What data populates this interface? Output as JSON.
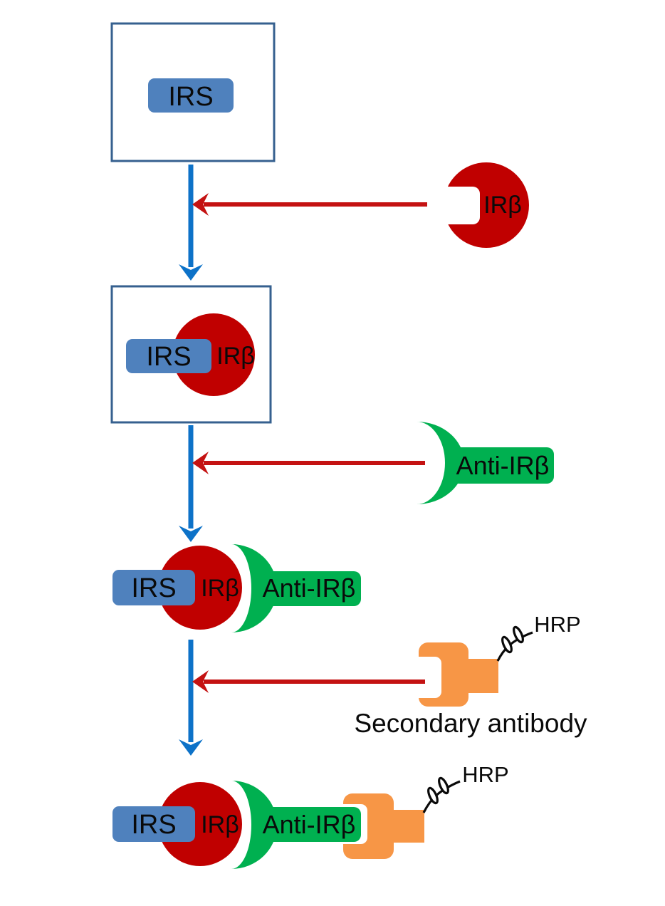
{
  "colors": {
    "box_border": "#36608F",
    "irs_blue": "#4F81BD",
    "red": "#C00000",
    "arrow_red": "#C41212",
    "arrow_blue": "#0D72C8",
    "green": "#00B050",
    "orange": "#F79646",
    "text": "#0A0A0A"
  },
  "labels": {
    "irs": "IRS",
    "ir_beta": "IRβ",
    "anti_ir_beta": "Anti-IRβ",
    "hrp": "HRP",
    "secondary_antibody": "Secondary antibody"
  },
  "diagram": {
    "type": "assay-flow",
    "steps": [
      {
        "stage": "well with IRS",
        "contents": [
          "IRS"
        ]
      },
      {
        "added_reagent": "IRβ"
      },
      {
        "stage": "well with IRS bound to IRβ",
        "contents": [
          "IRS",
          "IRβ"
        ]
      },
      {
        "added_reagent": "Anti-IRβ"
      },
      {
        "stage": "complex IRS–IRβ–Anti-IRβ",
        "contents": [
          "IRS",
          "IRβ",
          "Anti-IRβ"
        ]
      },
      {
        "added_reagent": "Secondary antibody",
        "conjugate": "HRP"
      },
      {
        "stage": "final detection complex",
        "contents": [
          "IRS",
          "IRβ",
          "Anti-IRβ",
          "Secondary antibody",
          "HRP"
        ]
      }
    ]
  }
}
